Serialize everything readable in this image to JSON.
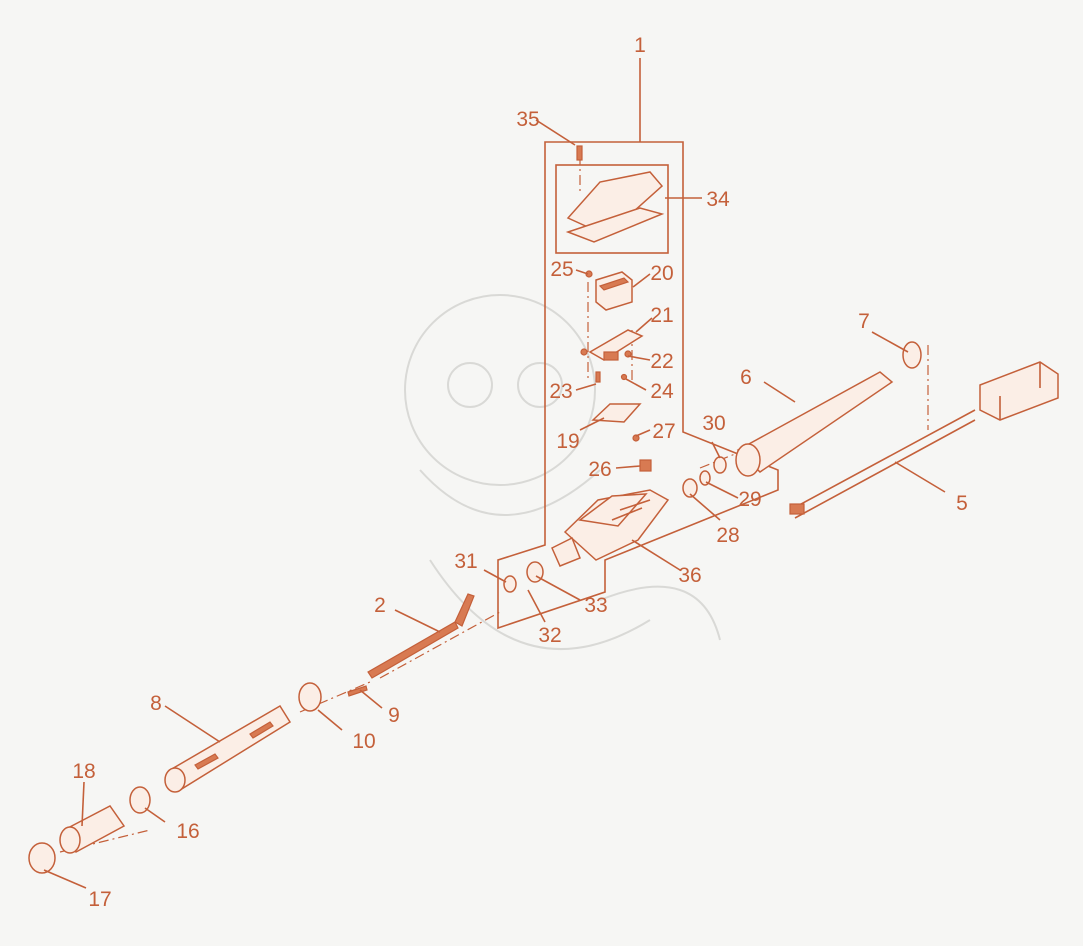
{
  "diagram": {
    "labels": [
      "1",
      "2",
      "5",
      "6",
      "7",
      "8",
      "9",
      "10",
      "16",
      "17",
      "18",
      "19",
      "20",
      "21",
      "22",
      "23",
      "24",
      "25",
      "26",
      "27",
      "28",
      "29",
      "30",
      "31",
      "32",
      "33",
      "34",
      "35",
      "36"
    ],
    "colors": {
      "accent": "#c4603a",
      "fill": "#fbeee6",
      "background": "#f6f6f4"
    }
  }
}
